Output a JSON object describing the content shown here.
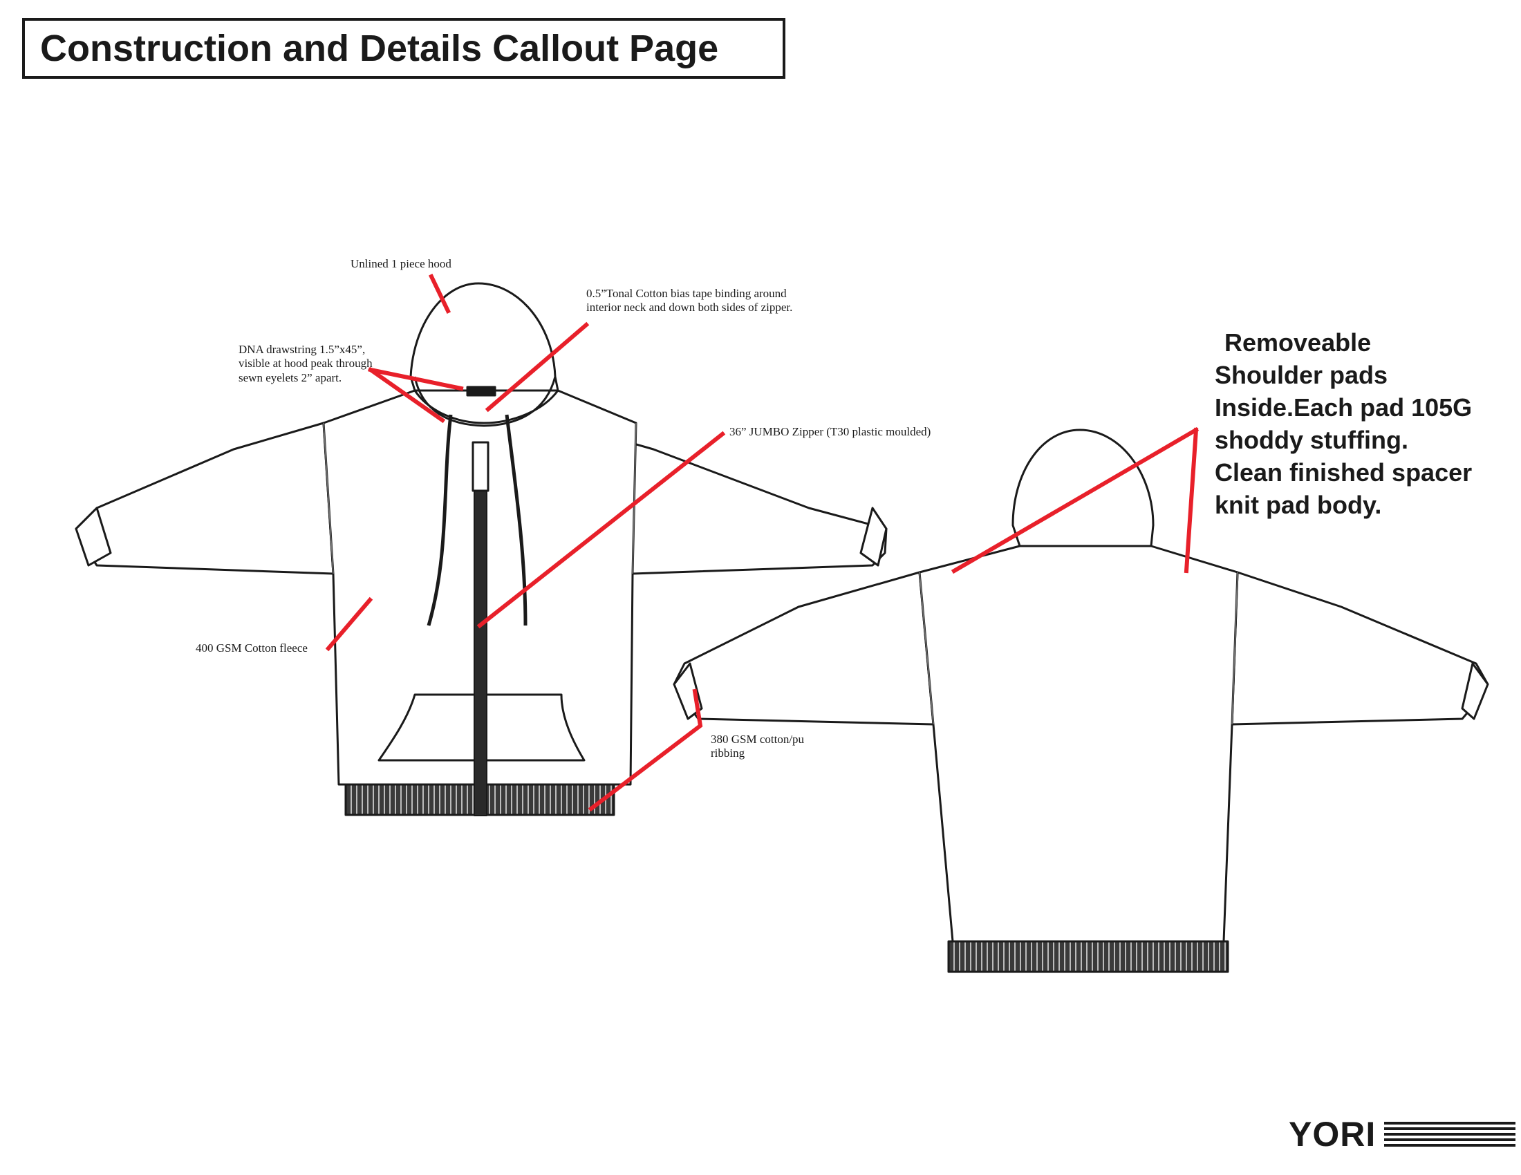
{
  "page": {
    "title": "Construction and Details Callout Page"
  },
  "callouts": {
    "hood": "Unlined 1 piece hood",
    "binding_line1": "0.5”Tonal Cotton bias tape binding around",
    "binding_line2": "interior neck and down both sides of zipper.",
    "drawstring_line1": "DNA drawstring 1.5”x45”,",
    "drawstring_line2": "visible at hood peak through",
    "drawstring_line3": "sewn eyelets 2” apart.",
    "zipper": "36” JUMBO Zipper  (T30 plastic moulded)",
    "fleece": "400 GSM Cotton fleece",
    "ribbing_line1": "380 GSM cotton/pu",
    "ribbing_line2": "ribbing"
  },
  "shoulder_note": {
    "line1": "Removeable",
    "line2": "Shoulder pads",
    "line3": "Inside.Each pad 105G",
    "line4": "shoddy stuffing.",
    "line5": "Clean finished spacer",
    "line6": "knit pad body."
  },
  "brand": {
    "logo_text": "YORI"
  },
  "colors": {
    "callout_line": "#e8202a",
    "outline": "#1a1a1a",
    "rib_fill": "#3a3a3a"
  }
}
